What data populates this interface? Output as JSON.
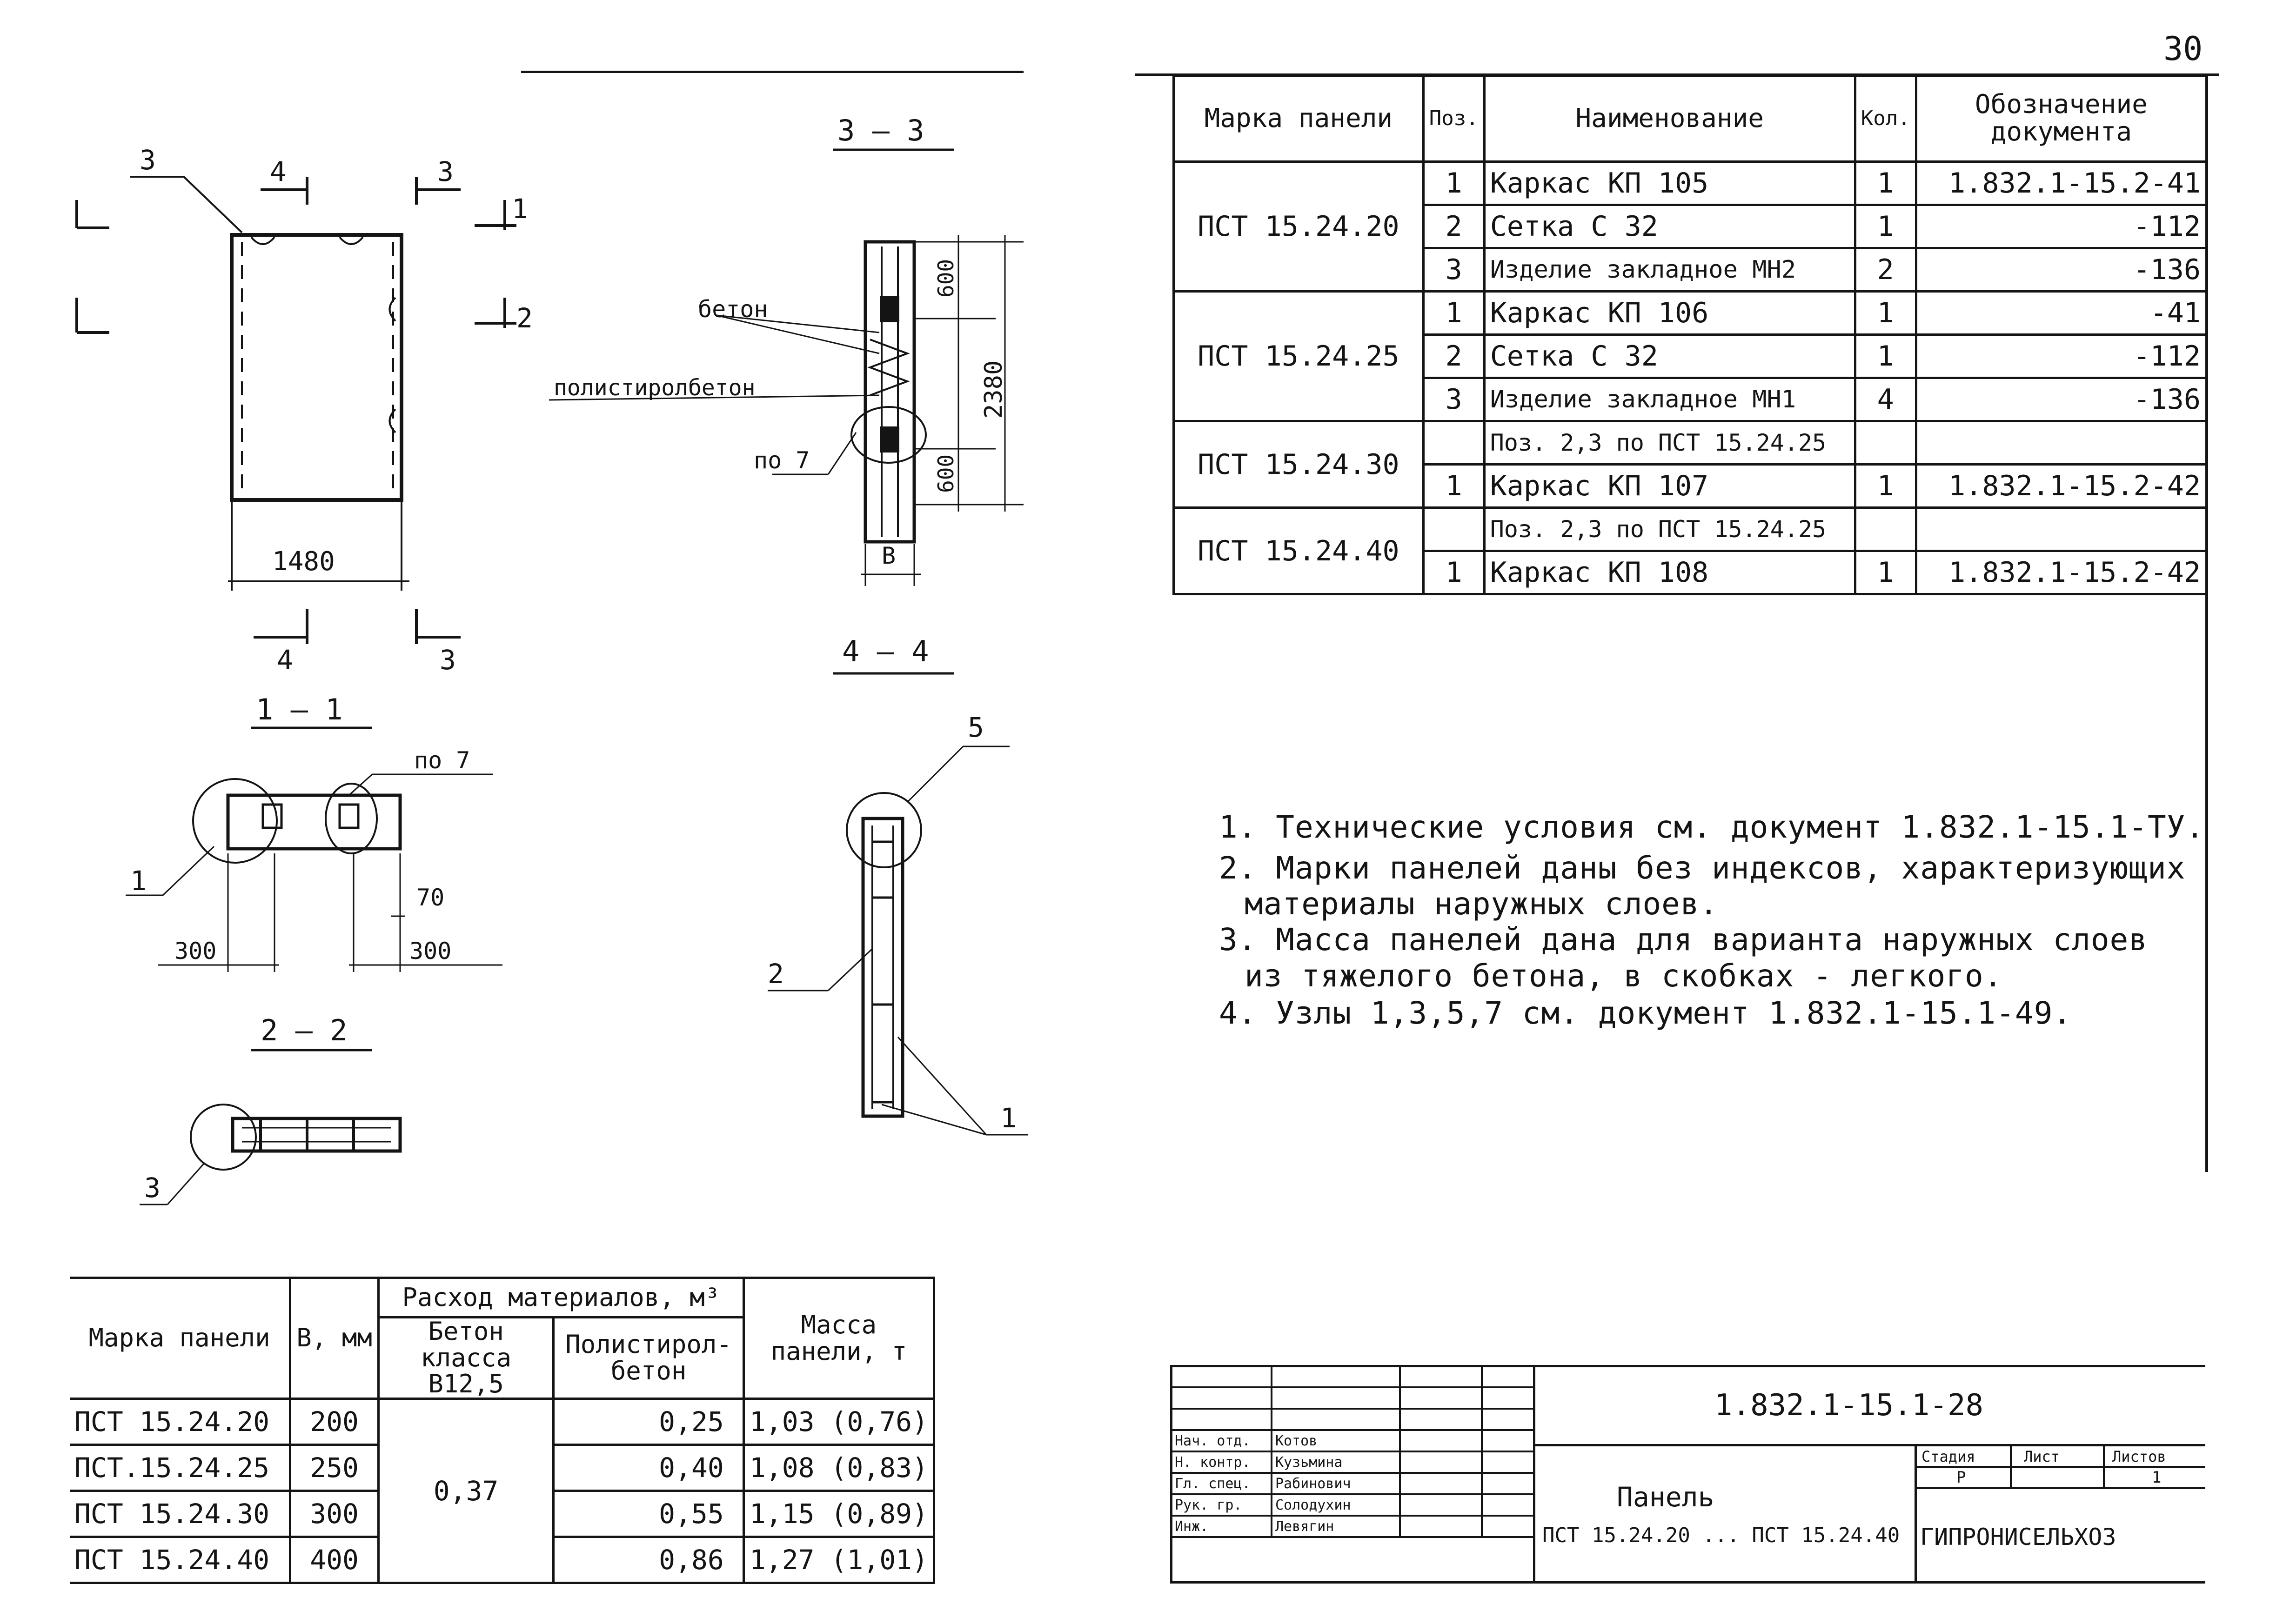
{
  "sheet_number_fragment": "30",
  "drawing_labels": {
    "section_33": "3 — 3",
    "section_44": "4 — 4",
    "section_11": "1 — 1",
    "section_22": "2 — 2",
    "beton": "бетон",
    "polystyrol_beton": "полистиролбетон",
    "po7_a": "по 7",
    "po7_b": "по 7",
    "dim_1480": "1480",
    "dim_600_a": "600",
    "dim_600_b": "600",
    "dim_2380": "2380",
    "dim_b": "B",
    "dim_300_a": "300",
    "dim_300_b": "300",
    "dim_70": "70",
    "cut_3_top": "3",
    "cut_4_top": "4",
    "cut_3_right": "3",
    "cut_1_right": "1",
    "cut_2_right": "2",
    "cut_4_bottom": "4",
    "cut_3_bottom": "3",
    "node_1": "1",
    "node_3": "3",
    "node_5": "5",
    "pos_2": "2",
    "pos_1": "1"
  },
  "spec_table": {
    "headers": [
      "Марка панели",
      "Поз.",
      "Наименование",
      "Кол.",
      "Обозначение документа"
    ],
    "rows": [
      {
        "mark": "ПСТ 15.24.20",
        "pos": "1",
        "name": "Каркас КП 105",
        "qty": "1",
        "doc": "1.832.1-15.2-41"
      },
      {
        "mark": "",
        "pos": "2",
        "name": "Сетка С 32",
        "qty": "1",
        "doc": "-112"
      },
      {
        "mark": "",
        "pos": "3",
        "name": "Изделие закладное МН2",
        "qty": "2",
        "doc": "-136"
      },
      {
        "mark": "ПСТ 15.24.25",
        "pos": "1",
        "name": "Каркас КП 106",
        "qty": "1",
        "doc": "-41"
      },
      {
        "mark": "",
        "pos": "2",
        "name": "Сетка С 32",
        "qty": "1",
        "doc": "-112"
      },
      {
        "mark": "",
        "pos": "3",
        "name": "Изделие закладное МН1",
        "qty": "4",
        "doc": "-136"
      },
      {
        "mark": "ПСТ 15.24.30",
        "pos": "",
        "name": "Поз. 2,3 по ПСТ 15.24.25",
        "qty": "",
        "doc": ""
      },
      {
        "mark": "",
        "pos": "1",
        "name": "Каркас КП 107",
        "qty": "1",
        "doc": "1.832.1-15.2-42"
      },
      {
        "mark": "ПСТ 15.24.40",
        "pos": "",
        "name": "Поз. 2,3 по ПСТ 15.24.25",
        "qty": "",
        "doc": ""
      },
      {
        "mark": "",
        "pos": "1",
        "name": "Каркас КП 108",
        "qty": "1",
        "doc": "1.832.1-15.2-42"
      }
    ]
  },
  "notes": [
    "1. Технические условия см. документ 1.832.1-15.1-ТУ.",
    "2. Марки панелей даны без индексов, характеризующих",
    "материалы наружных слоев.",
    "3. Масса панелей дана для варианта наружных слоев",
    "из тяжелого бетона, в скобках - легкого.",
    "4. Узлы 1,3,5,7 см. документ 1.832.1-15.1-49."
  ],
  "materials_table": {
    "h_mark": "Марка панели",
    "h_b": "B, мм",
    "h_consumption": "Расход материалов, м³",
    "h_beton": "Бетон класса В12,5",
    "h_polystyrol": "Полистирол-бетон",
    "h_mass": "Масса панели, т",
    "beton_shared": "0,37",
    "rows": [
      {
        "mark": "ПСТ 15.24.20",
        "b": "200",
        "poly": "0,25",
        "mass": "1,03 (0,76)"
      },
      {
        "mark": "ПСТ.15.24.25",
        "b": "250",
        "poly": "0,40",
        "mass": "1,08 (0,83)"
      },
      {
        "mark": "ПСТ 15.24.30",
        "b": "300",
        "poly": "0,55",
        "mass": "1,15 (0,89)"
      },
      {
        "mark": "ПСТ 15.24.40",
        "b": "400",
        "poly": "0,86",
        "mass": "1,27 (1,01)"
      }
    ]
  },
  "title_block": {
    "doc_code": "1.832.1-15.1-28",
    "title": "Панель",
    "subtitle": "ПСТ 15.24.20 ... ПСТ 15.24.40",
    "stage_label": "Стадия",
    "sheet_label": "Лист",
    "sheets_label": "Листов",
    "stage": "Р",
    "sheets": "1",
    "org": "ГИПРОНИСЕЛЬХОЗ",
    "roles": [
      {
        "role": "Нач. отд.",
        "name": "Котов"
      },
      {
        "role": "Н. контр.",
        "name": "Кузьмина"
      },
      {
        "role": "Гл. спец.",
        "name": "Рабинович"
      },
      {
        "role": "Рук. гр.",
        "name": "Солодухин"
      },
      {
        "role": "Инж.",
        "name": "Левягин"
      }
    ]
  }
}
